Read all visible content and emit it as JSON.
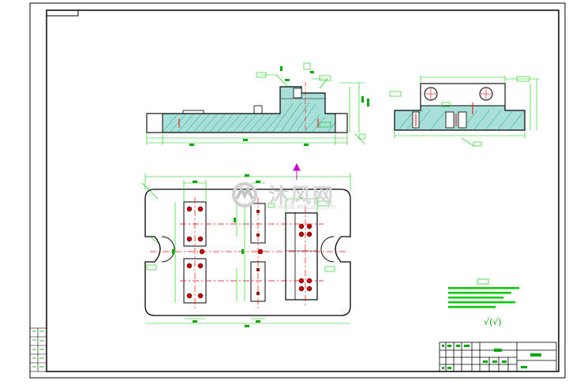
{
  "drawing": {
    "colors": {
      "paper": "#ffffff",
      "frame": "#000000",
      "part_outline": "#000000",
      "dimension": "#00cc00",
      "hatch": "#00aaaa",
      "center_line": "#ff0000",
      "bolt_holes": "#cc0000",
      "arrow": "#cc00cc",
      "watermark": "#d7d7d7"
    },
    "views": [
      "front-section-view",
      "side-section-view",
      "top-plan-view"
    ],
    "surface_finish_symbol": "√(√)"
  },
  "watermark": {
    "brand_text": "沐风网",
    "url_text": "www.mfcad.com",
    "logo_icon": "mf-logo-icon"
  }
}
